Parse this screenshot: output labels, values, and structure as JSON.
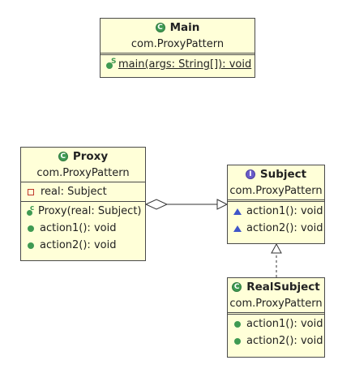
{
  "classes": {
    "main": {
      "name": "Main",
      "package": "com.ProxyPattern",
      "methods": [
        "main(args: String[]): void"
      ]
    },
    "proxy": {
      "name": "Proxy",
      "package": "com.ProxyPattern",
      "fields": [
        "real: Subject"
      ],
      "methods": [
        "Proxy(real: Subject)",
        "action1(): void",
        "action2(): void"
      ]
    },
    "subject": {
      "name": "Subject",
      "package": "com.ProxyPattern",
      "methods": [
        "action1(): void",
        "action2(): void"
      ]
    },
    "real_subject": {
      "name": "RealSubject",
      "package": "com.ProxyPattern",
      "methods": [
        "action1(): void",
        "action2(): void"
      ]
    }
  },
  "icons": {
    "class_icon": "C",
    "interface_icon": "I"
  },
  "colors": {
    "box_fill": "#ffffd8",
    "box_border": "#4a4a4a",
    "public_method": "#3f9a52",
    "abstract_method": "#3f55c8",
    "private_field": "#c0392b"
  },
  "relationships": [
    {
      "from": "Proxy",
      "to": "Subject",
      "type": "aggregation"
    },
    {
      "from": "RealSubject",
      "to": "Subject",
      "type": "realization"
    }
  ]
}
